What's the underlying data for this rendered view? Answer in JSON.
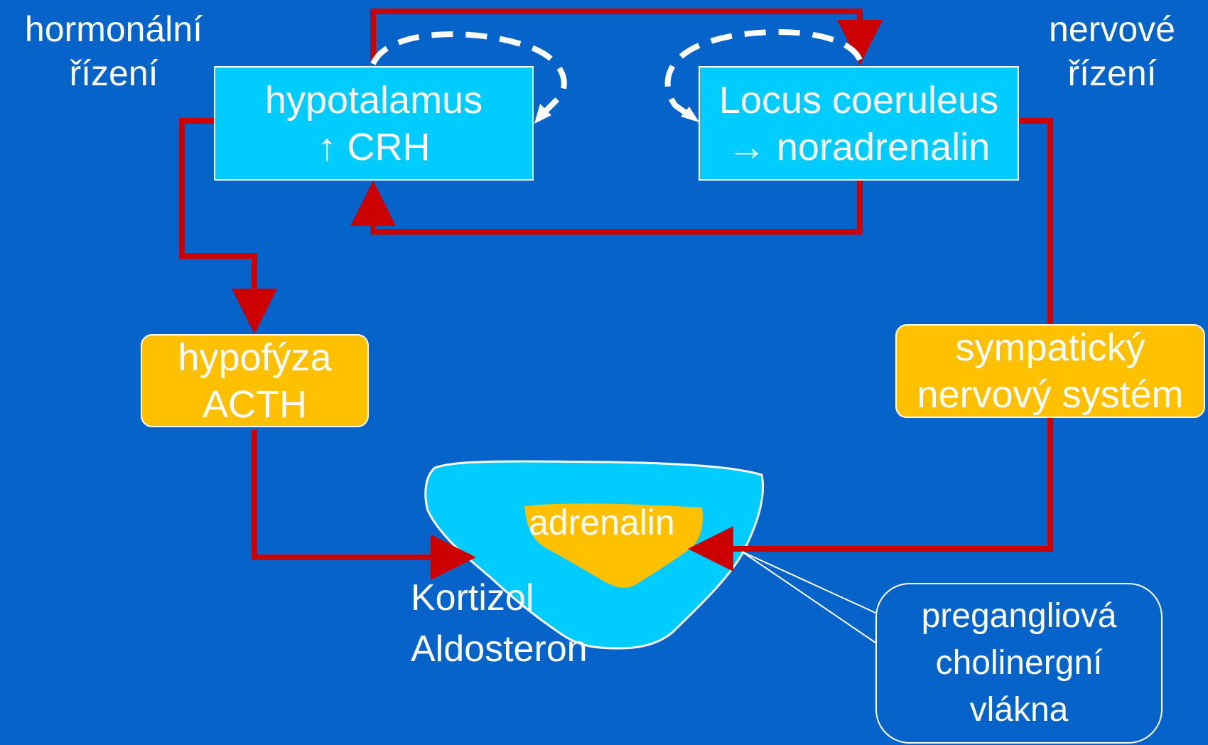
{
  "labels": {
    "hormonal": {
      "line1": "hormonální",
      "line2": "řízení"
    },
    "nervous": {
      "line1": "nervové",
      "line2": "řízení"
    }
  },
  "hypothalamus": {
    "line1": "hypotalamus",
    "line2": "↑ CRH"
  },
  "locus": {
    "line1": "Locus coeruleus",
    "line2": "→ noradrenalin"
  },
  "hypophysis": {
    "line1": "hypofýza",
    "line2": "ACTH"
  },
  "sympathetic": {
    "line1": "sympatický",
    "line2": "nervový systém"
  },
  "gland": {
    "medulla": "adrenalin",
    "cortex_1": "Kortizol",
    "cortex_2": "Aldosteron"
  },
  "callout": {
    "line1": "pregangliová",
    "line2": "cholinergní",
    "line3": "vlákna"
  },
  "colors": {
    "background": "#0563c9",
    "arrow": "#cc0000",
    "cyan_box": "#00ccff",
    "amber_box": "#ffc000",
    "text": "#ffffff"
  }
}
